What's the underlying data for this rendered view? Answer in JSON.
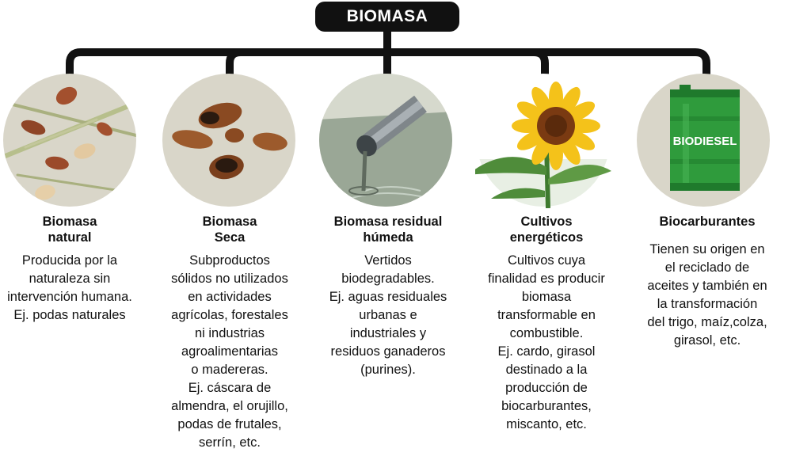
{
  "title": "BIOMASA",
  "colors": {
    "connector": "#111111",
    "circle_bg": "#d9d6c9",
    "text": "#111111",
    "barrel_green": "#2f9b3c",
    "sunflower_petal": "#f4c21a",
    "sunflower_center": "#7a3a12"
  },
  "categories": [
    {
      "heading": "Biomasa\nnatural",
      "description": "Producida por la\nnaturaleza sin\nintervención humana.\nEj. podas naturales",
      "icon": "twigs-leaves-icon"
    },
    {
      "heading": "Biomasa\nSeca",
      "description": "Subproductos\nsólidos no utilizados\nen actividades\nagrícolas, forestales\nni industrias\nagroalimentarias\no madereras.\nEj. cáscara de\nalmendra, el orujillo,\npodas de frutales,\nserrín, etc.",
      "icon": "almond-shells-icon"
    },
    {
      "heading": "Biomasa residual\nhúmeda",
      "description": "Vertidos\nbiodegradables.\nEj. aguas residuales\nurbanas e\nindustriales y\nresiduos ganaderos\n(purines).",
      "icon": "wastewater-pipe-icon"
    },
    {
      "heading": "Cultivos\nenergéticos",
      "description": "Cultivos cuya\nfinalidad es producir\nbiomasa\ntransformable en\ncombustible.\nEj. cardo, girasol\ndestinado a la\nproducción de\nbiocarburantes,\nmiscanto, etc.",
      "icon": "sunflower-icon"
    },
    {
      "heading": "Biocarburantes",
      "description": "Tienen su origen en\nel reciclado de\naceites y también en\nla transformación\ndel trigo, maíz,colza,\ngirasol, etc.",
      "icon": "biodiesel-barrel-icon",
      "barrel_label": "BIODIESEL"
    }
  ]
}
